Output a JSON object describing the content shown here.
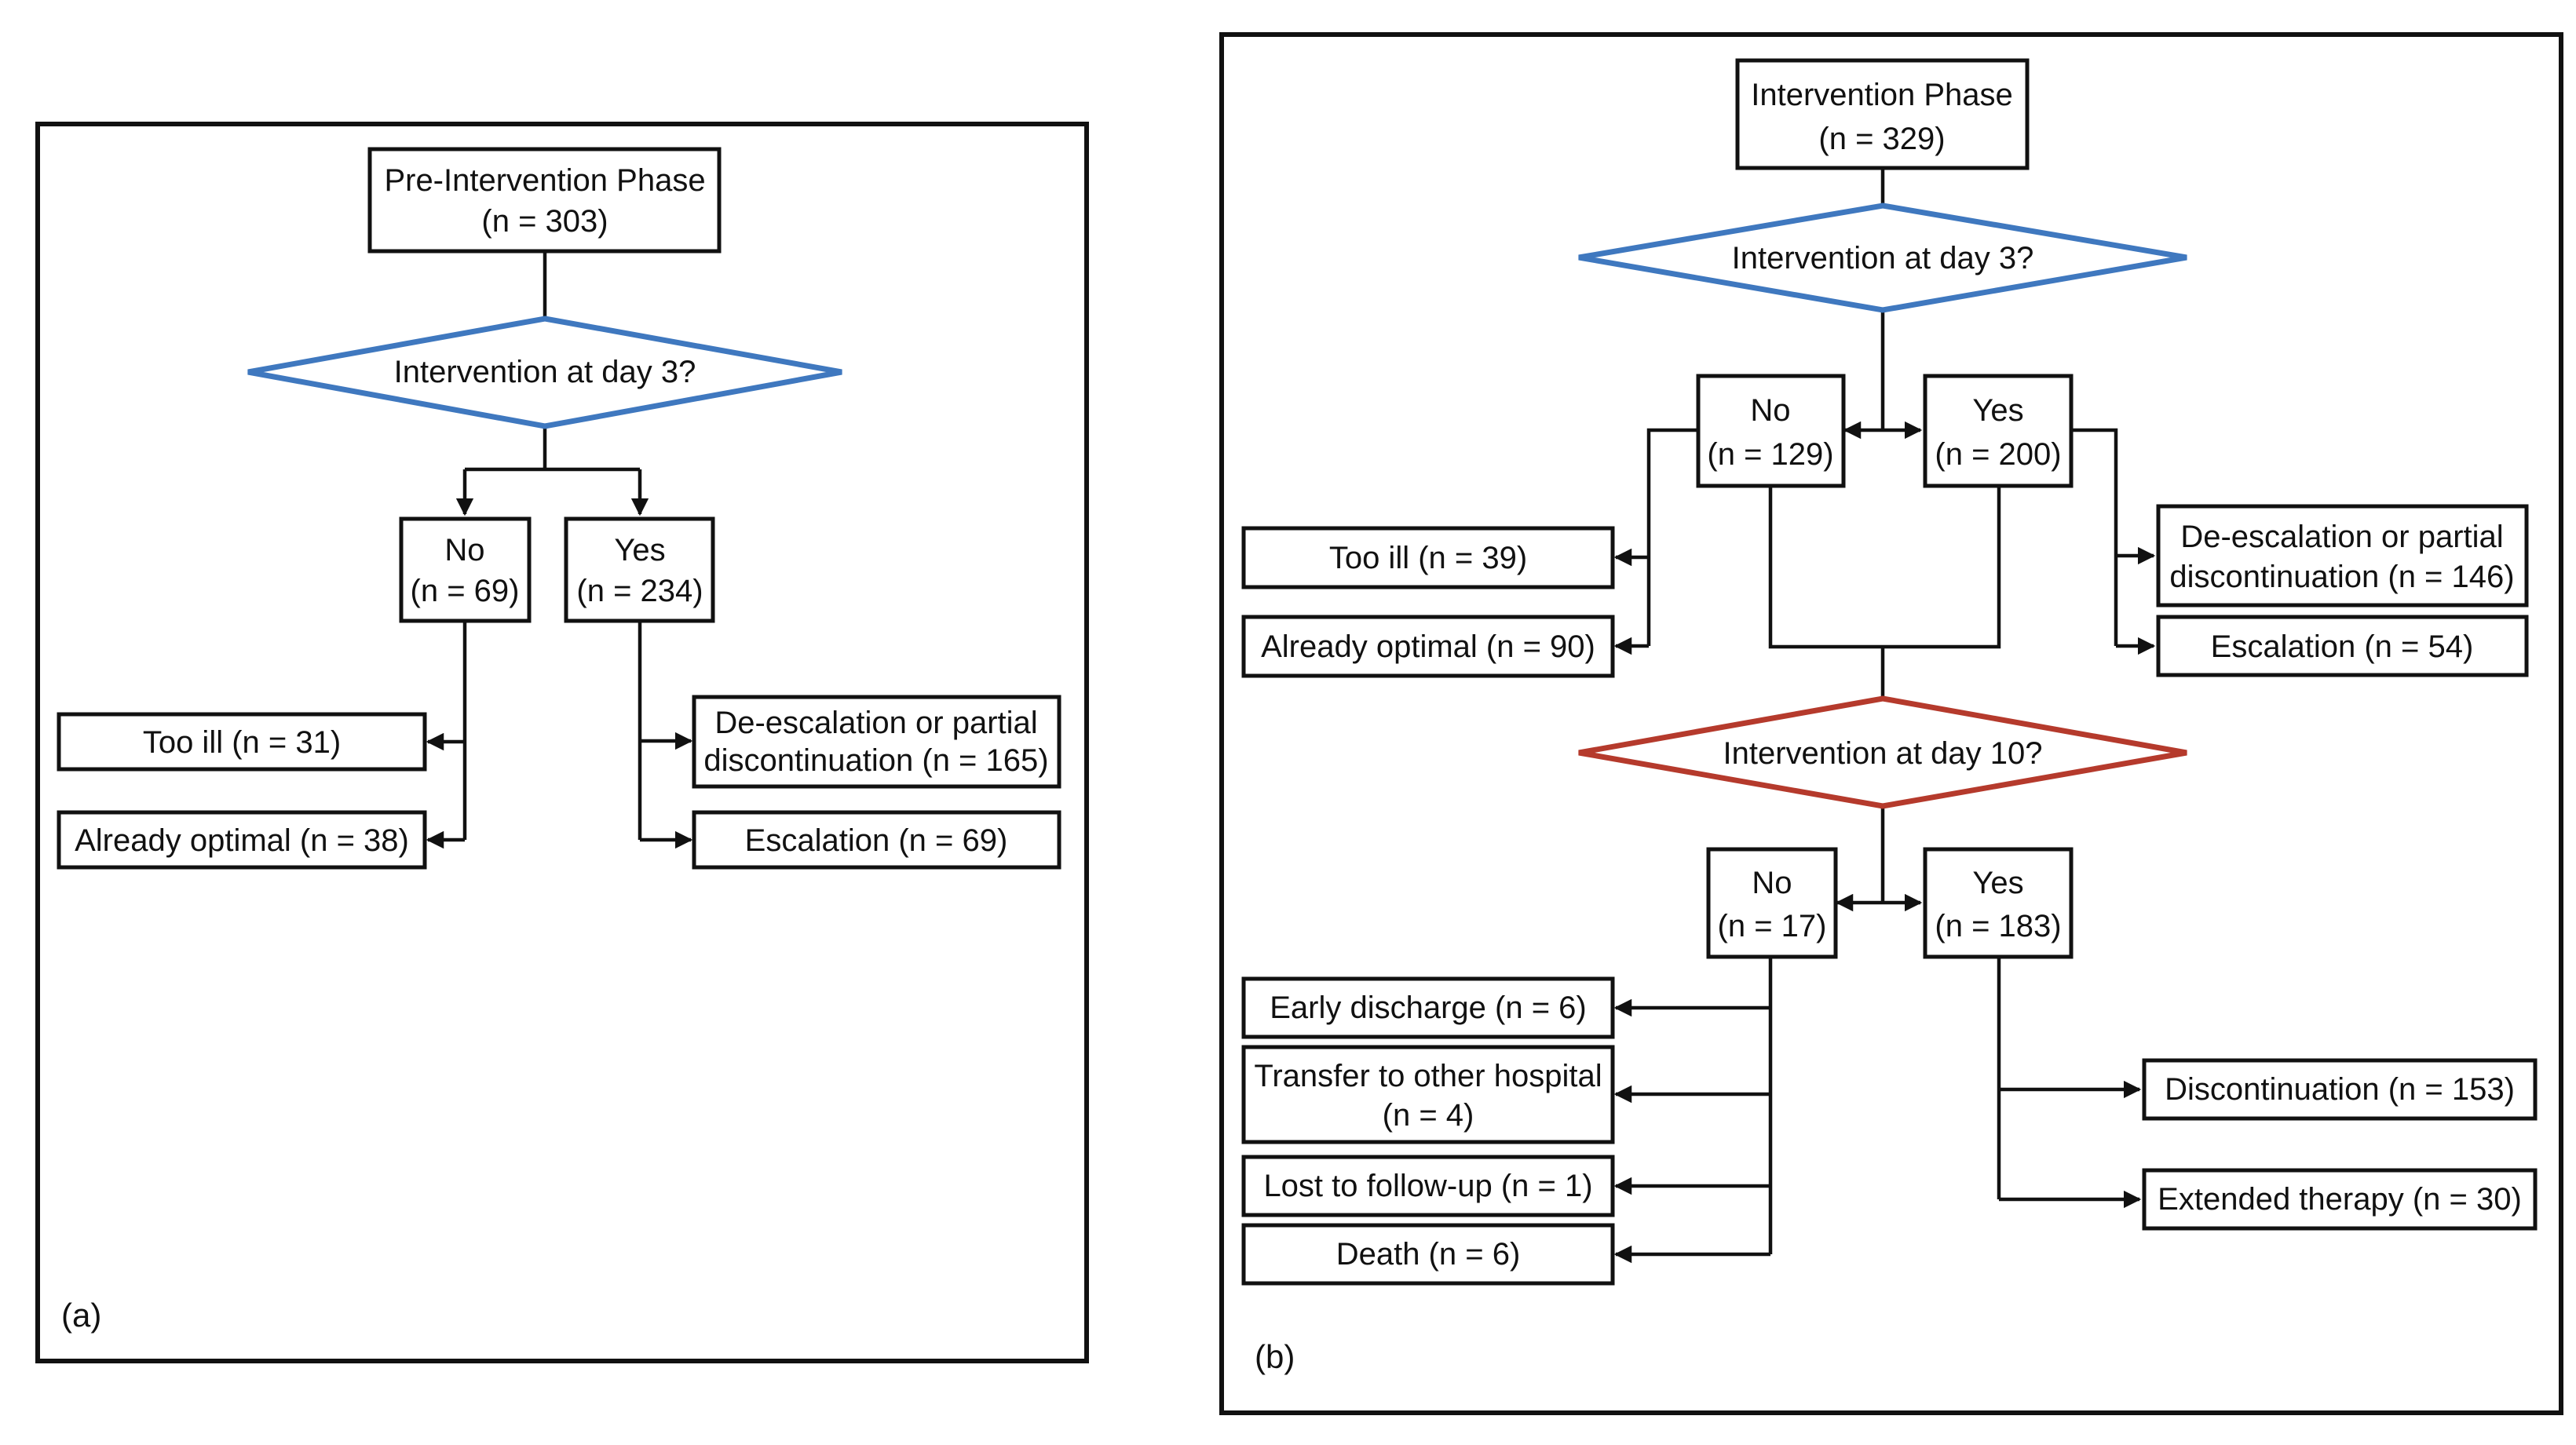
{
  "panel_a": {
    "label": "(a)",
    "root": {
      "line1": "Pre-Intervention Phase",
      "line2": "(n = 303)"
    },
    "decision_day3": "Intervention at day 3?",
    "no": {
      "line1": "No",
      "line2": "(n = 69)"
    },
    "yes": {
      "line1": "Yes",
      "line2": "(n = 234)"
    },
    "too_ill": "Too ill (n = 31)",
    "already_optimal": "Already optimal (n = 38)",
    "deescalation": {
      "line1": "De-escalation or partial",
      "line2": "discontinuation (n = 165)"
    },
    "escalation": "Escalation (n = 69)"
  },
  "panel_b": {
    "label": "(b)",
    "root": {
      "line1": "Intervention Phase",
      "line2": "(n = 329)"
    },
    "decision_day3": "Intervention at day 3?",
    "no": {
      "line1": "No",
      "line2": "(n = 129)"
    },
    "yes": {
      "line1": "Yes",
      "line2": "(n = 200)"
    },
    "too_ill": "Too ill (n = 39)",
    "already_optimal": "Already optimal (n = 90)",
    "deescalation": {
      "line1": "De-escalation or partial",
      "line2": "discontinuation (n = 146)"
    },
    "escalation": "Escalation (n = 54)",
    "decision_day10": "Intervention at day 10?",
    "no10": {
      "line1": "No",
      "line2": "(n = 17)"
    },
    "yes10": {
      "line1": "Yes",
      "line2": "(n = 183)"
    },
    "early_discharge": "Early discharge (n = 6)",
    "transfer": {
      "line1": "Transfer to other hospital",
      "line2": "(n = 4)"
    },
    "lost": "Lost to follow-up (n = 1)",
    "death": "Death (n = 6)",
    "discontinuation": "Discontinuation (n = 153)",
    "extended": "Extended therapy (n = 30)"
  },
  "colors": {
    "day3_diamond": "#3f78bf",
    "day10_diamond": "#b53a2c",
    "line": "#111111"
  }
}
